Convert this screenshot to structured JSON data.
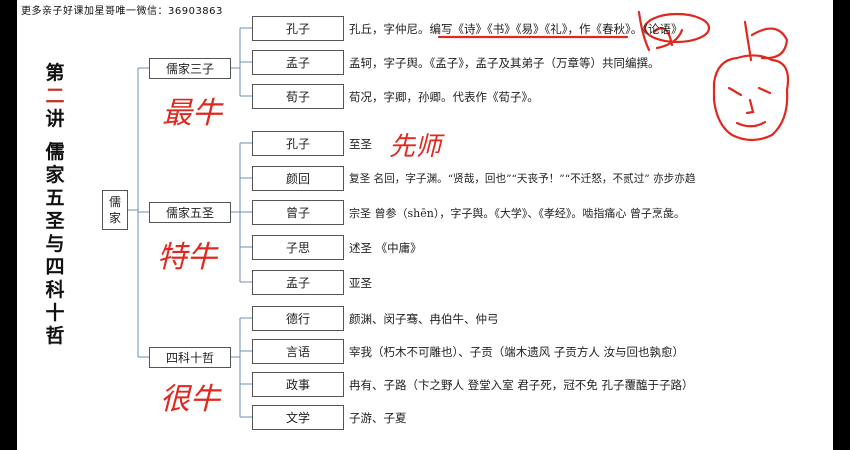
{
  "watermark": "更多亲子好课加星哥唯一微信：36903863",
  "side_title": {
    "prefix": "第",
    "number": "二",
    "suffix": "讲",
    "title": "儒家五圣与四科十哲"
  },
  "root": {
    "label": "儒家"
  },
  "groups": [
    {
      "label": "儒家三子",
      "annotation": "最牛",
      "items": [
        {
          "name": "孔子",
          "desc": "孔丘，字仲尼。编写《诗》《书》《易》《礼》，作《春秋》。《论语》"
        },
        {
          "name": "孟子",
          "desc": "孟轲，字子舆。《孟子》，孟子及其弟子（万章等）共同编撰。"
        },
        {
          "name": "荀子",
          "desc": "荀况，字卿，孙卿。代表作《荀子》。"
        }
      ]
    },
    {
      "label": "儒家五圣",
      "annotation": "特牛",
      "items": [
        {
          "name": "孔子",
          "desc": "至圣",
          "note": "先师"
        },
        {
          "name": "颜回",
          "desc": "复圣 名回，字子渊。“贤哉，回也”“天丧予！”“不迁怒，不贰过” 亦步亦趋"
        },
        {
          "name": "曾子",
          "desc": "宗圣 曾参（shēn），字子舆。《大学》、《孝经》。啮指痛心 曾子烹彘。"
        },
        {
          "name": "子思",
          "desc": "述圣 《中庸》"
        },
        {
          "name": "孟子",
          "desc": "亚圣"
        }
      ]
    },
    {
      "label": "四科十哲",
      "annotation": "很牛",
      "items": [
        {
          "name": "德行",
          "desc": "颜渊、闵子骞、冉伯牛、仲弓"
        },
        {
          "name": "言语",
          "desc": "宰我（朽木不可雕也）、子贡（端木遗风 子贡方人 汝与回也孰愈）"
        },
        {
          "name": "政事",
          "desc": "冉有、子路（卞之野人 登堂入室 君子死，冠不免 孔子覆醢于子路）"
        },
        {
          "name": "文学",
          "desc": "子游、子夏"
        }
      ]
    }
  ],
  "colors": {
    "annotation": "#e0281e",
    "number_accent": "#c0392b"
  }
}
